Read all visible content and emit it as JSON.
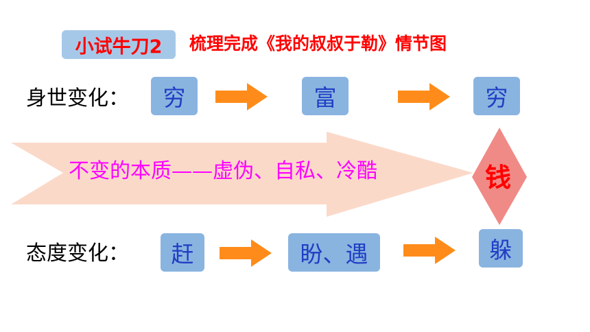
{
  "title": {
    "badge": "小试牛刀2",
    "heading": "梳理完成《我的叔叔于勒》情节图"
  },
  "row1": {
    "label": "身世变化：",
    "steps": [
      "穷",
      "富",
      "穷"
    ]
  },
  "row2": {
    "label": "态度变化：",
    "steps": [
      "赶",
      "盼、遇",
      "躲"
    ]
  },
  "band": {
    "text": "不变的本质——虚伪、自私、冷酷"
  },
  "diamond": {
    "text": "钱"
  },
  "colors": {
    "badge_bg": "#a6c8e8",
    "heading": "#ff0000",
    "box_bg": "#8ab4e0",
    "box_text": "#1f3fc4",
    "arrow": "#ff8c1a",
    "band": "#fbd9c9",
    "band_text": "#ff00ff",
    "diamond": "#f08a86",
    "diamond_text": "#ff0000"
  }
}
